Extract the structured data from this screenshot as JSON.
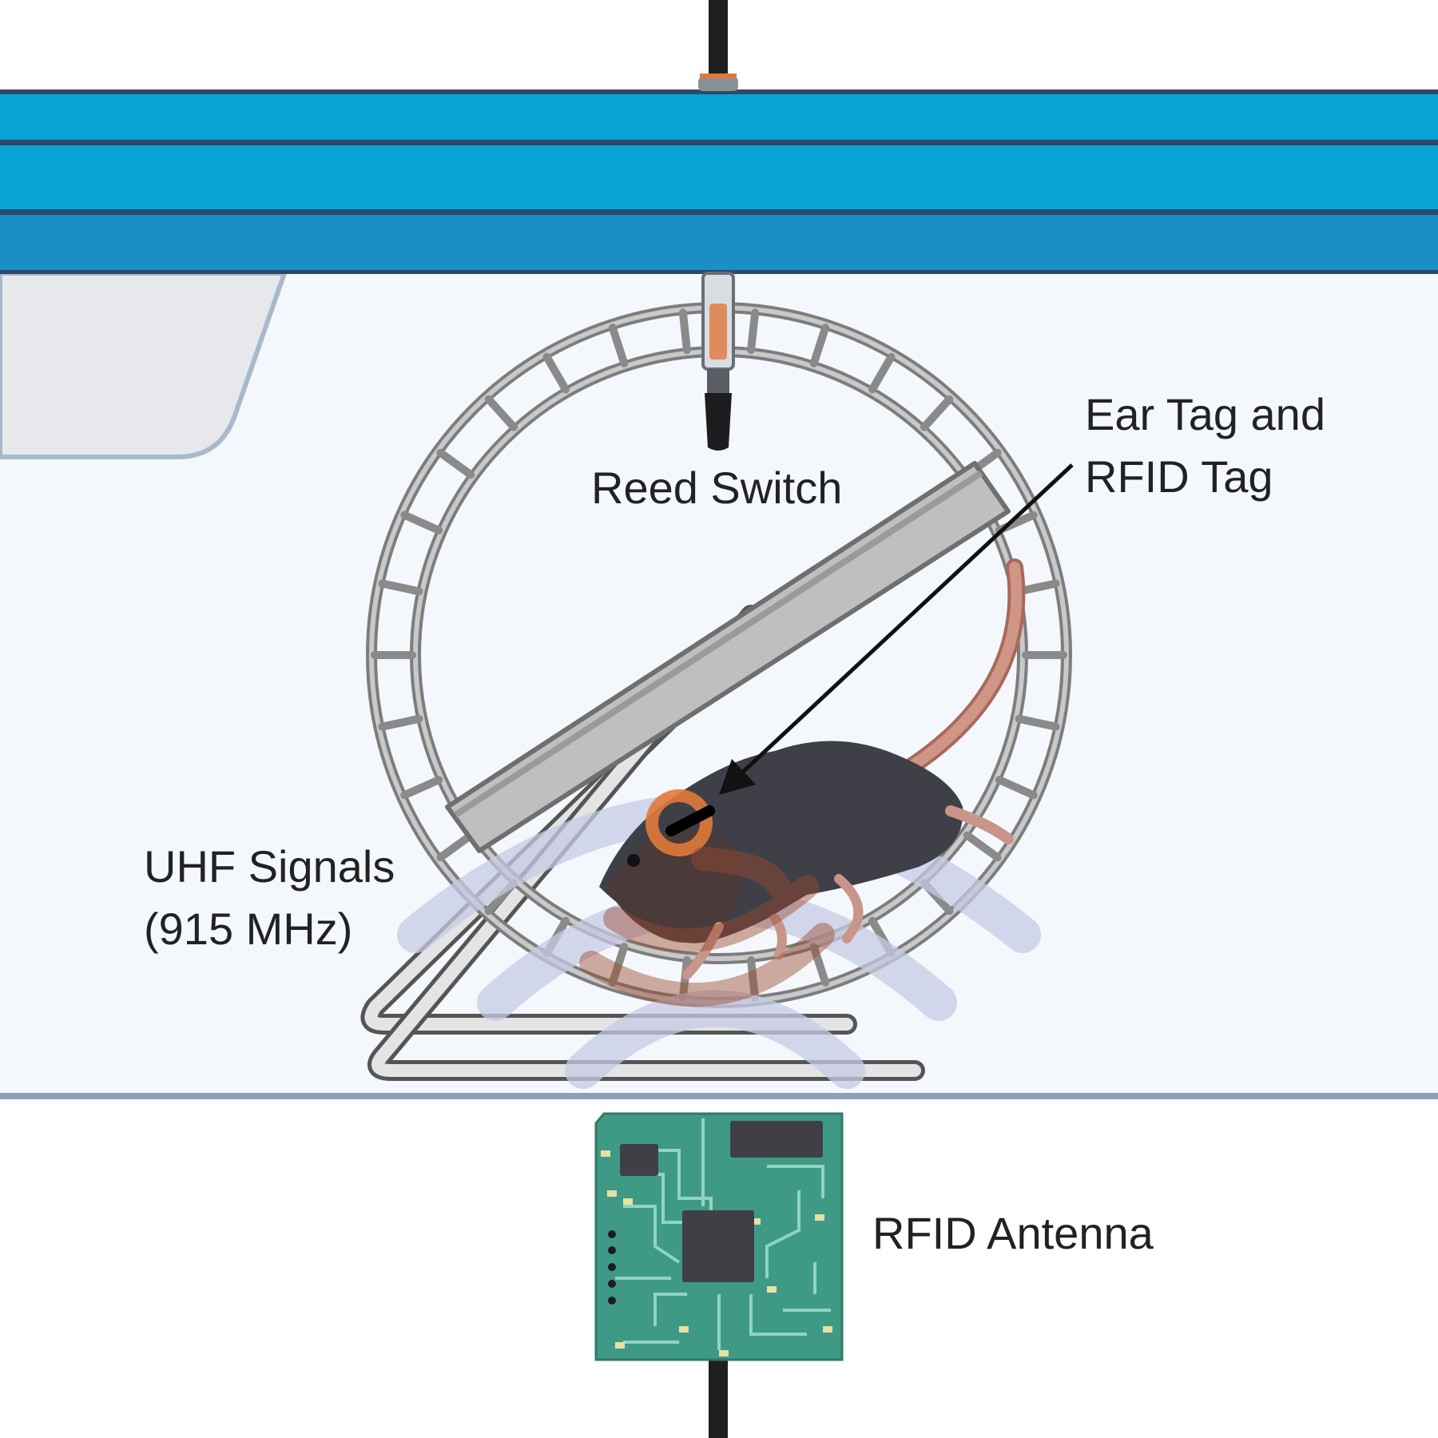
{
  "labels": {
    "reed_switch": "Reed Switch",
    "ear_tag_line1": "Ear Tag and",
    "ear_tag_line2": "RFID Tag",
    "uhf_line1": "UHF Signals",
    "uhf_line2": "(915 MHz)",
    "rfid_antenna": "RFID Antenna"
  },
  "colors": {
    "rail_blue": "#08a2d4",
    "rail_dark": "#2b4a6a",
    "cage_background": "#f4f8fd",
    "wheel_metal": "#8c8c8c",
    "mouse_body": "#3f3f47",
    "tail_pink": "#c98a7c",
    "ear_tag_orange": "#e07a3a",
    "uhf_wave_lavender": "#c7cbe4",
    "pcb_green": "#3f9a85",
    "chip_dark": "#3f3f45",
    "text": "#222222"
  },
  "icons": [
    "reed-switch-icon",
    "running-wheel-icon",
    "mouse-icon",
    "ear-tag-icon",
    "uhf-wave-icon",
    "pcb-antenna-icon",
    "cable-icon",
    "pointer-arrow-icon"
  ]
}
